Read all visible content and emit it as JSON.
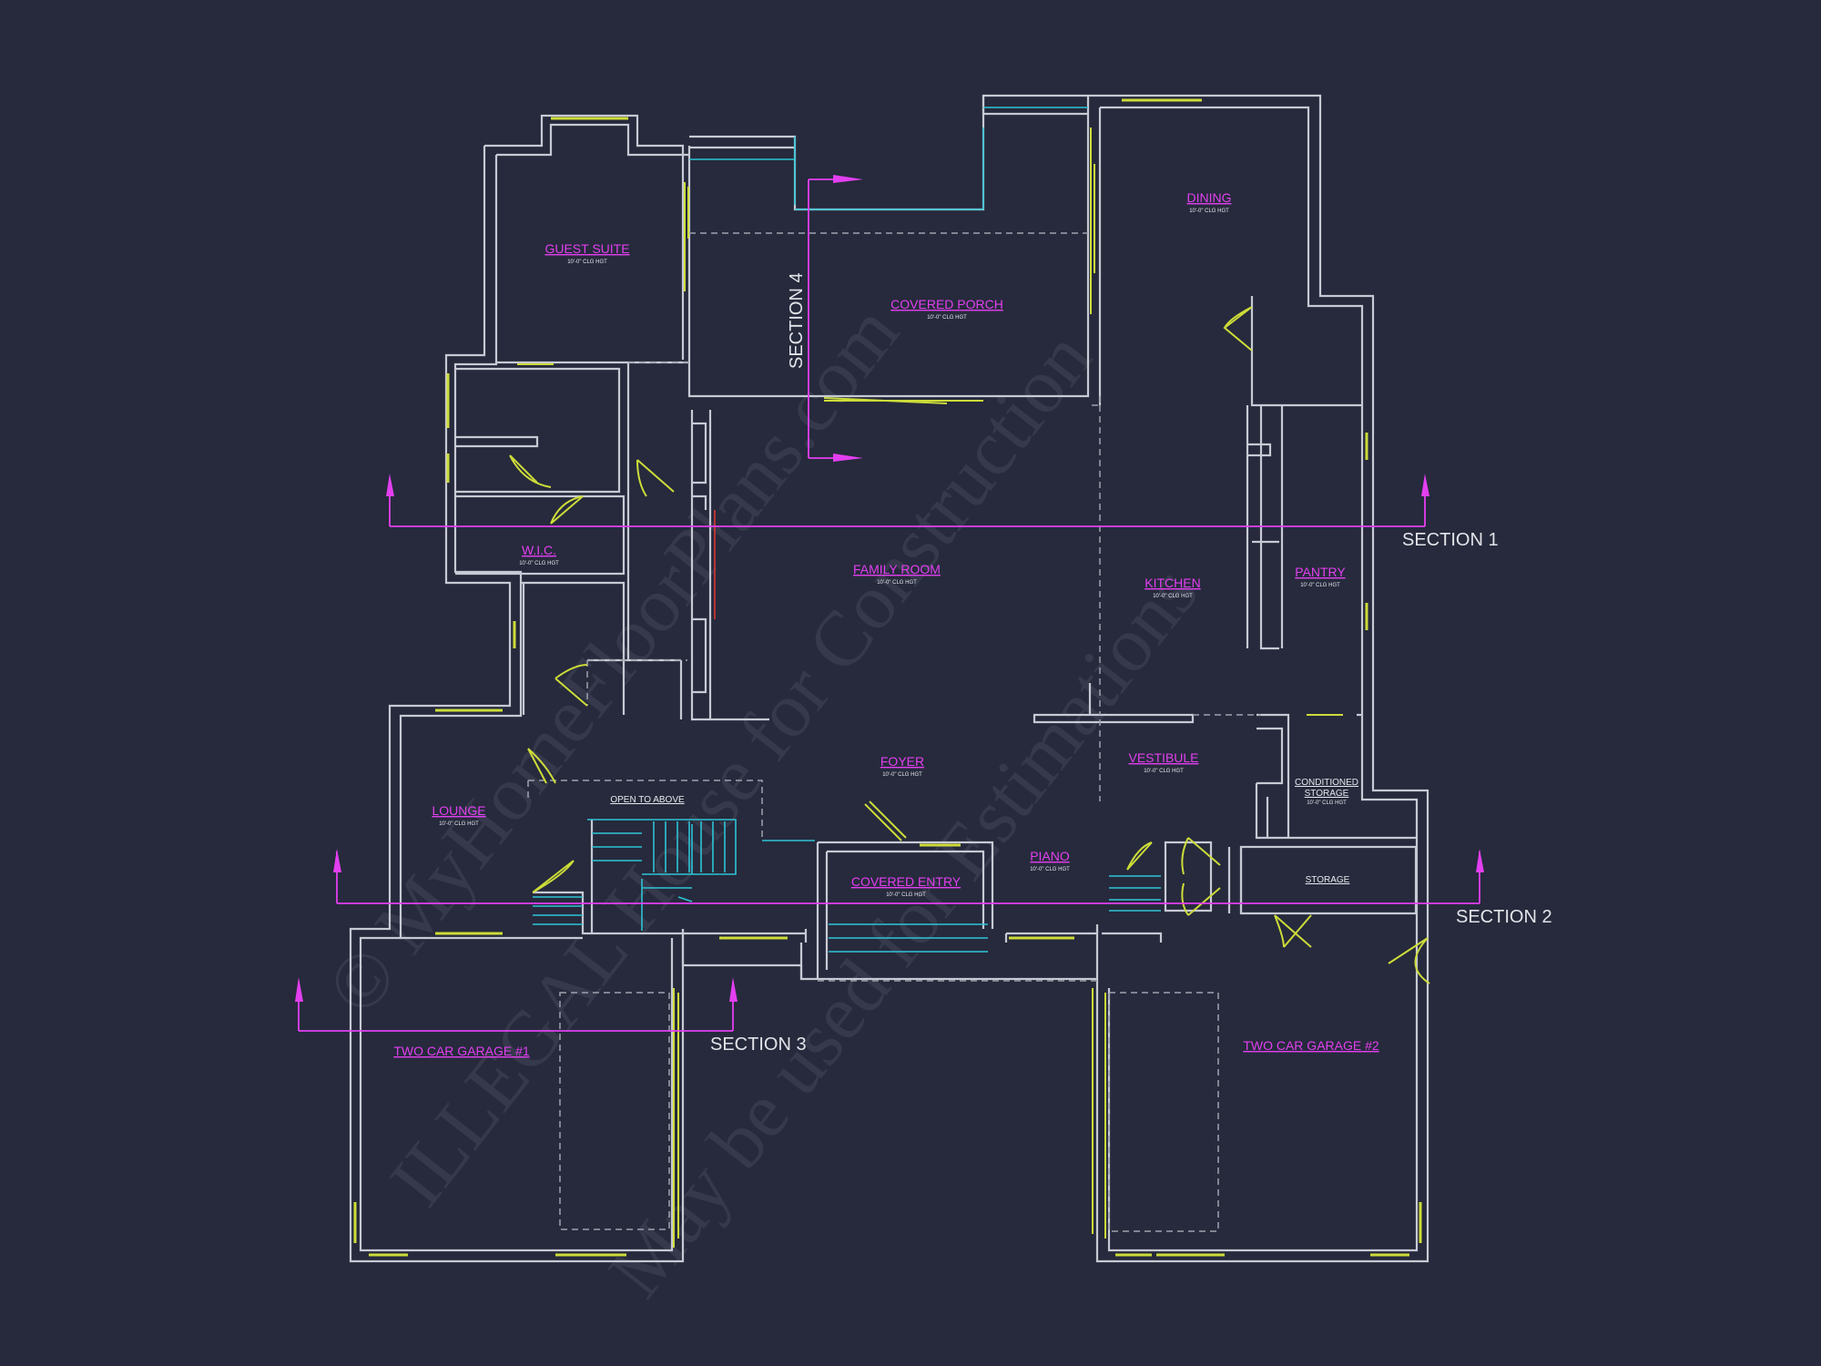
{
  "watermark": {
    "line1": "© MyHomeFloorPlans.com",
    "line2": "ILLEGAL House for Construction",
    "line3": "May be used for Estimations"
  },
  "rooms": {
    "guest_suite": {
      "name": "GUEST SUITE",
      "sub": "10'-0\" CLG HGT"
    },
    "covered_porch": {
      "name": "COVERED PORCH",
      "sub": "10'-0\" CLG HGT"
    },
    "dining": {
      "name": "DINING",
      "sub": "10'-0\" CLG HGT"
    },
    "wic": {
      "name": "W.I.C.",
      "sub": "10'-0\" CLG HGT"
    },
    "family_room": {
      "name": "FAMILY ROOM",
      "sub": "10'-0\" CLG HGT"
    },
    "kitchen": {
      "name": "KITCHEN",
      "sub": "10'-0\" CLG HGT"
    },
    "pantry": {
      "name": "PANTRY",
      "sub": "10'-0\" CLG HGT"
    },
    "foyer": {
      "name": "FOYER",
      "sub": "10'-0\" CLG HGT"
    },
    "vestibule": {
      "name": "VESTIBULE",
      "sub": "10'-0\" CLG HGT"
    },
    "conditioned_storage": {
      "name_line1": "CONDITIONED",
      "name_line2": "STORAGE",
      "sub": "10'-0\" CLG HGT"
    },
    "lounge": {
      "name": "LOUNGE",
      "sub": "10'-0\" CLG HGT"
    },
    "piano": {
      "name": "PIANO",
      "sub": "10'-0\" CLG HGT"
    },
    "covered_entry": {
      "name": "COVERED ENTRY",
      "sub": "10'-0\" CLG HGT"
    },
    "storage": {
      "name": "STORAGE"
    },
    "garage_1": {
      "name": "TWO CAR GARAGE #1"
    },
    "garage_2": {
      "name": "TWO CAR GARAGE #2"
    }
  },
  "notes": {
    "open_to_above": "OPEN TO ABOVE"
  },
  "sections": {
    "s1": "SECTION 1",
    "s2": "SECTION 2",
    "s3": "SECTION 3",
    "s4": "SECTION 4"
  },
  "colors": {
    "background": "#262a3c",
    "walls": "#c7c9d4",
    "labels": "#e33ff0",
    "windows_doors": "#cddc39",
    "stairs": "#2ec4d6",
    "section_lines": "#e33ff0"
  }
}
